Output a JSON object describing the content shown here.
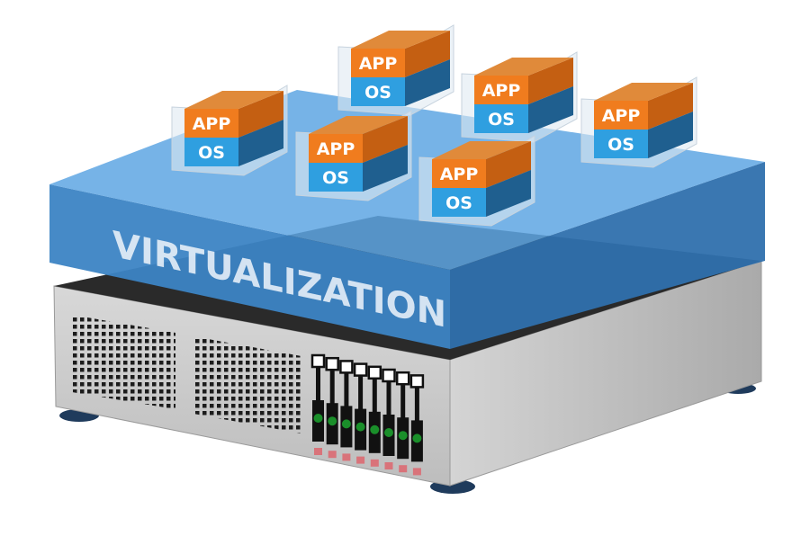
{
  "layer_label": "VIRTUALIZATION",
  "vms": [
    {
      "app": "APP",
      "os": "OS"
    },
    {
      "app": "APP",
      "os": "OS"
    },
    {
      "app": "APP",
      "os": "OS"
    },
    {
      "app": "APP",
      "os": "OS"
    },
    {
      "app": "APP",
      "os": "OS"
    },
    {
      "app": "APP",
      "os": "OS"
    }
  ],
  "drive_bays": 8,
  "colors": {
    "virtualization_layer": "#3d86c6",
    "app_layer": "#f07c1e",
    "os_layer": "#2f9fe0",
    "server": "#c9c9c9",
    "drive_led": "#1a8f2a",
    "status_light": "#d9737a"
  }
}
